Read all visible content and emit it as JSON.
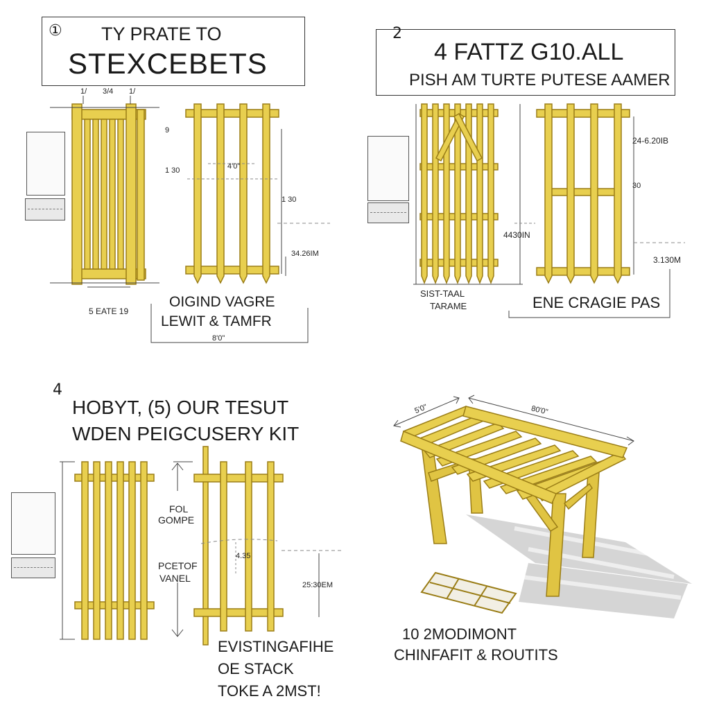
{
  "colors": {
    "wood": "#e8cf4f",
    "wood_dark": "#9a7d16",
    "shadow": "#bdbdbd",
    "line": "#333333",
    "dash": "#888888"
  },
  "panel1": {
    "number": "①",
    "title_line1": "TY PRATE TO",
    "title_line2": "STEXCEBETS",
    "dims": [
      "1/",
      "3/4",
      "1/",
      "9",
      "1 30",
      "4'0\"",
      "1 30",
      "34.26IM",
      "5 EATE 19",
      "8'0\""
    ],
    "caption_line1": "OIGIND VAGRE",
    "caption_line2": "LEWIT & TAMFR"
  },
  "panel2": {
    "number": "2",
    "title_line1": "4 FATTZ G10.ALL",
    "title_line2": "PISH AM TURTE PUTESE AAMER",
    "dims": [
      "24-6.20IB",
      "30",
      "4430IN",
      "3.130M"
    ],
    "label_line1": "SIST-TAAL",
    "label_line2": "TARAME",
    "caption": "ENE CRAGIE PAS"
  },
  "panel3": {
    "number": "4",
    "title_line1": "HOBYT, (5) OUR TESUT",
    "title_line2": "WDEN PEIGCUSERY KIT",
    "label_a_line1": "FOL",
    "label_a_line2": "GOMPE",
    "label_b_line1": "PCETOF",
    "label_b_line2": "VANEL",
    "dims": [
      "4.35",
      "25:30EM"
    ],
    "caption_line1": "EVISTINGAFIHE",
    "caption_line2": "OE STACK",
    "caption_line3": "TOKE A 2MST!"
  },
  "panel4": {
    "dims": [
      "5'0\"",
      "80'0\""
    ],
    "caption_line1": "10 2MODIMONT",
    "caption_line2": "CHINFAFIT & ROUTITS"
  }
}
